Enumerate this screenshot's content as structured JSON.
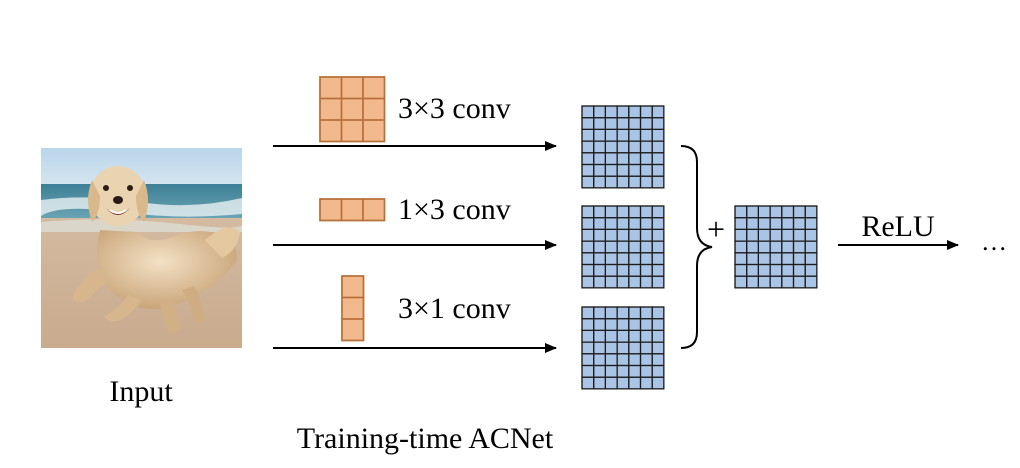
{
  "input": {
    "label": "Input",
    "image_description_icon": "dog-running-on-beach-photo"
  },
  "branches": [
    {
      "kernel_rows": 3,
      "kernel_cols": 3,
      "label": "3×3 conv"
    },
    {
      "kernel_rows": 1,
      "kernel_cols": 3,
      "label": "1×3 conv"
    },
    {
      "kernel_rows": 3,
      "kernel_cols": 1,
      "label": "3×1 conv"
    }
  ],
  "feature_map": {
    "rows": 7,
    "cols": 7
  },
  "sum_symbol": "+",
  "activation_label": "ReLU",
  "continuation": "…",
  "caption": "Training-time ACNet",
  "colors": {
    "kernel_fill": "#f2b98d",
    "kernel_stroke": "#b8703a",
    "map_fill": "#a9c4e4",
    "map_stroke": "#1c1c1c",
    "line": "#000000"
  }
}
